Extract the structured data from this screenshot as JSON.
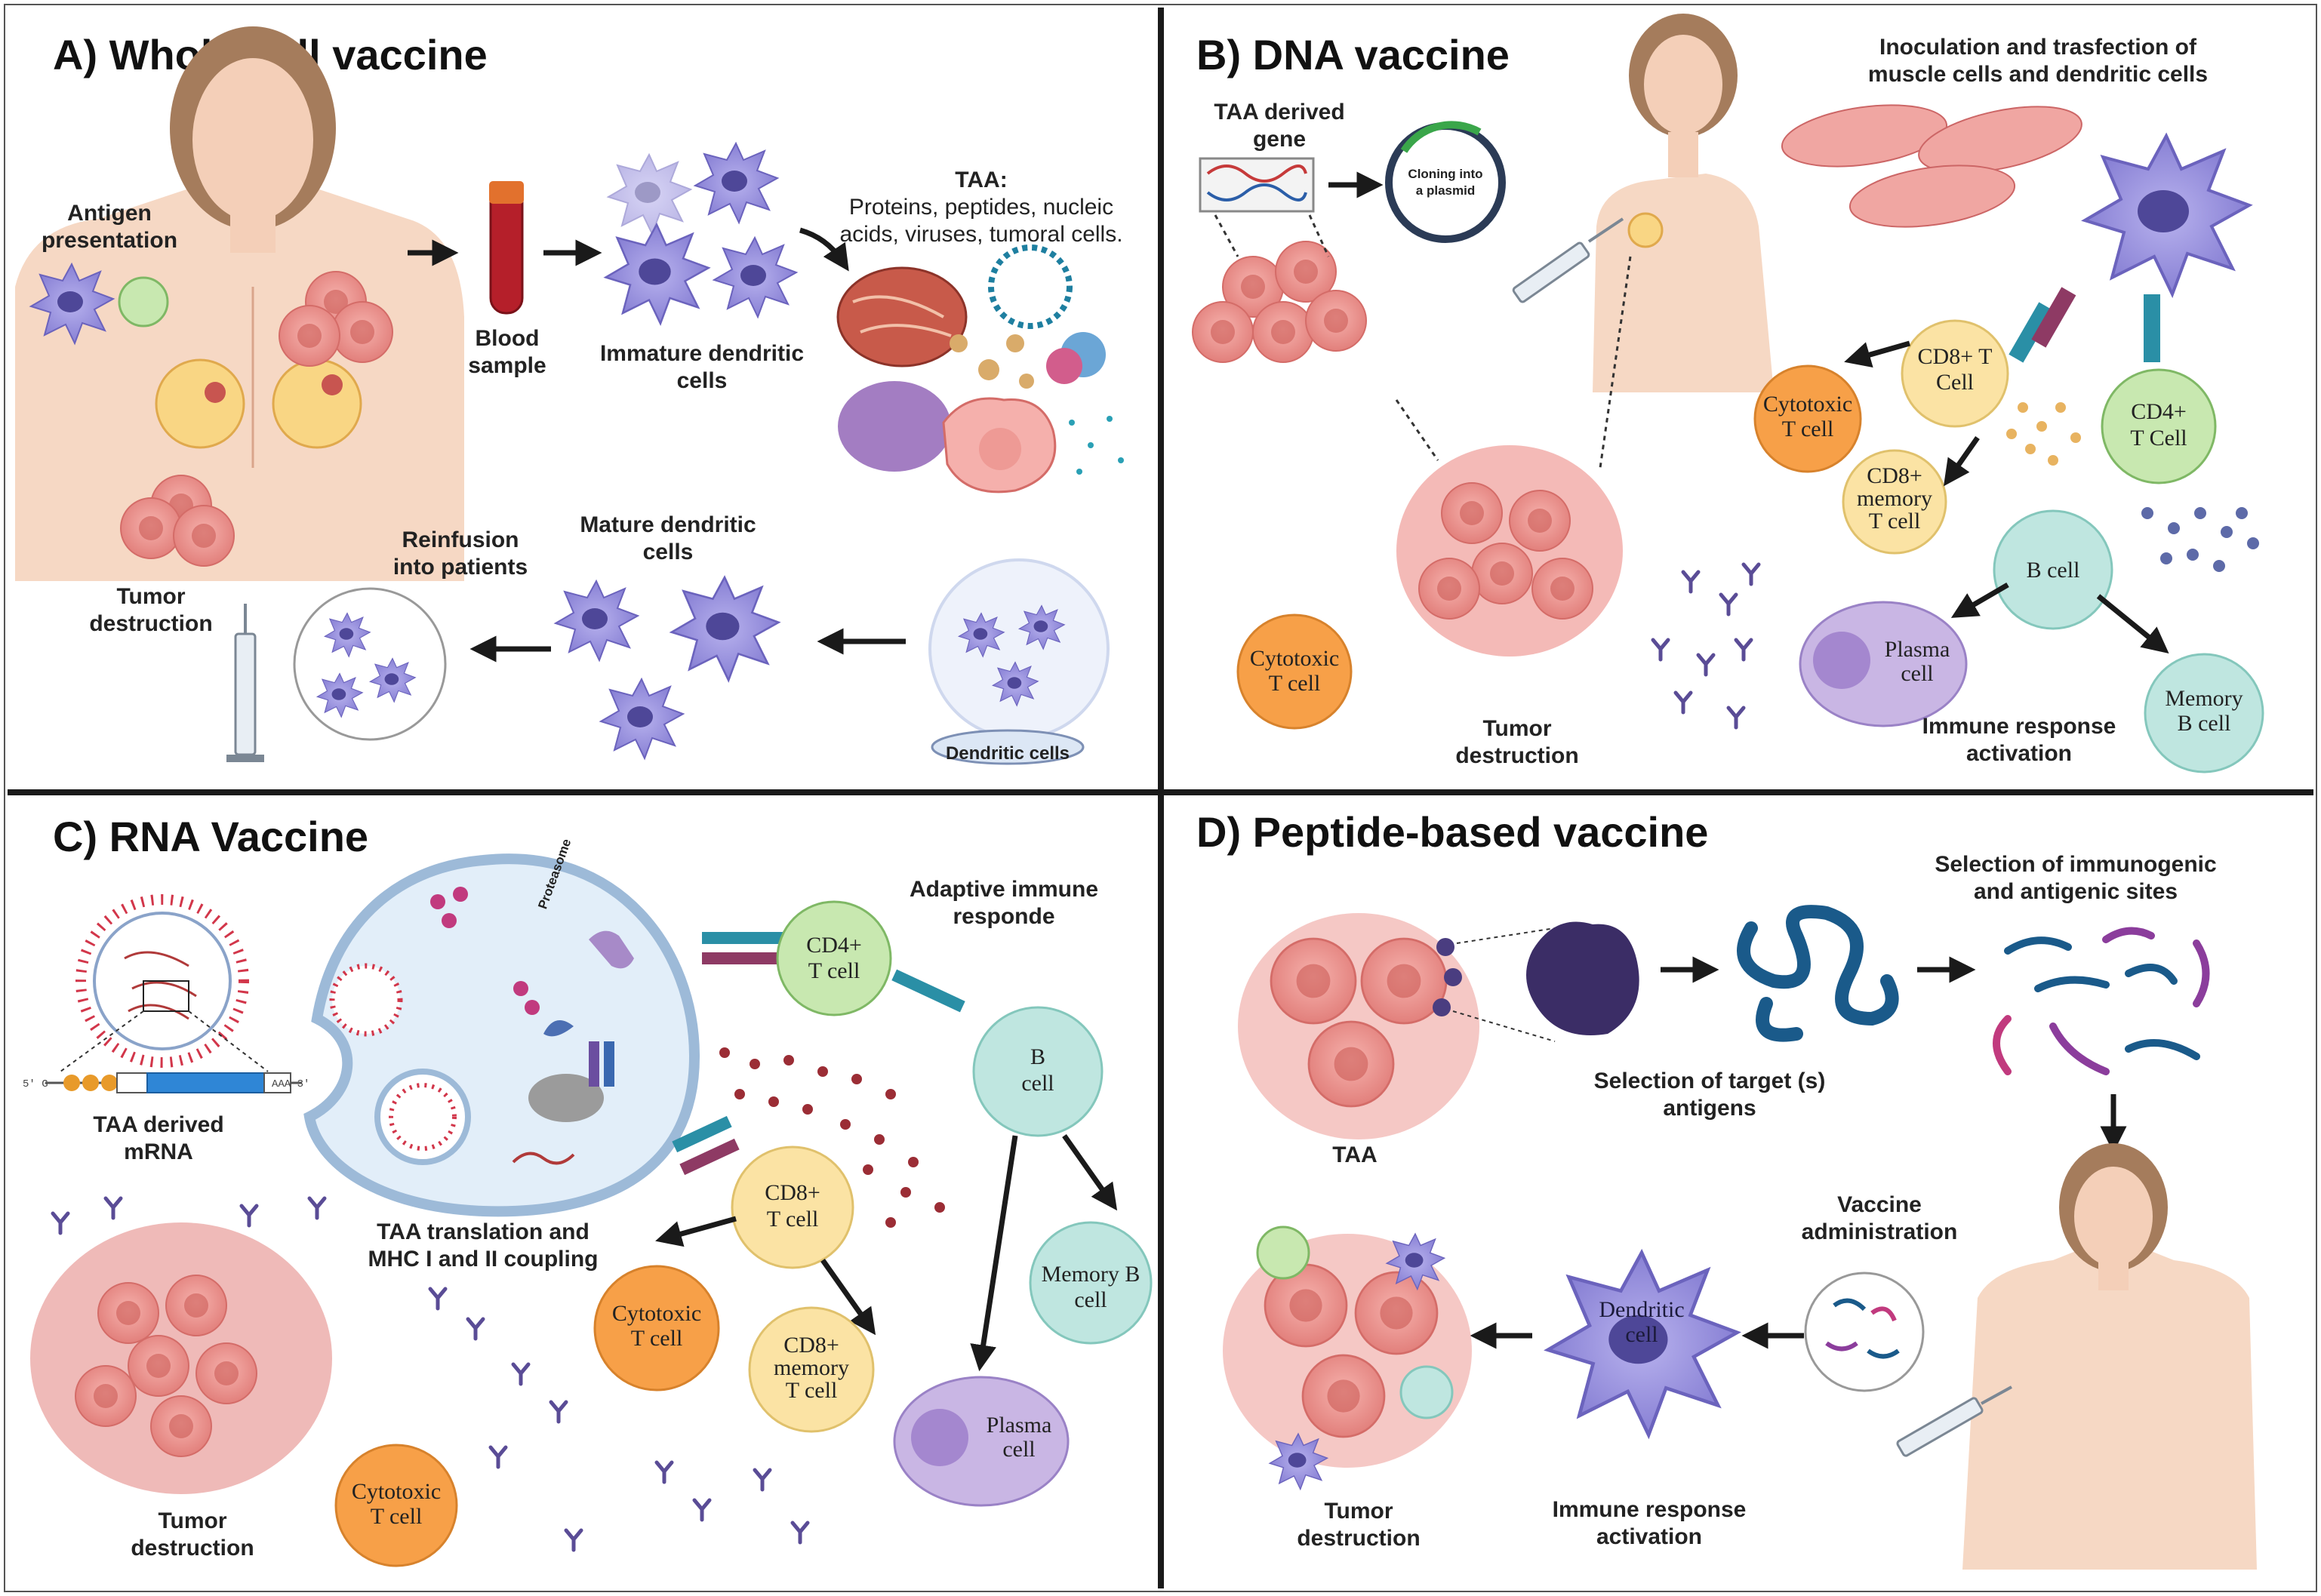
{
  "panels": {
    "A": {
      "title": "A) Whole-cell vaccine",
      "antigen_presentation": [
        "Antigen",
        "presentation"
      ],
      "blood_sample": [
        "Blood",
        "sample"
      ],
      "immature_dc": [
        "Immature dendritic",
        "cells"
      ],
      "taa_title": "TAA:",
      "taa_desc": [
        "Proteins, peptides, nucleic",
        "acids, viruses, tumoral cells."
      ],
      "tumor_destruction": [
        "Tumor",
        "destruction"
      ],
      "reinfusion": [
        "Reinfusion",
        "into patients"
      ],
      "mature_dc": [
        "Mature dendritic",
        "cells"
      ],
      "dendritic_cells": "Dendritic cells"
    },
    "B": {
      "title": "B) DNA vaccine",
      "taa_gene": [
        "TAA derived",
        "gene"
      ],
      "cloning": [
        "Cloning into",
        "a plasmid"
      ],
      "inoculation": [
        "Inoculation and trasfection of",
        "muscle cells and dendritic cells"
      ],
      "cd8_t": [
        "CD8+ T",
        "Cell"
      ],
      "cytotoxic_1": [
        "Cytotoxic",
        "T cell"
      ],
      "cd4_t": [
        "CD4+",
        "T Cell"
      ],
      "cd8_memory": [
        "CD8+",
        "memory",
        "T cell"
      ],
      "b_cell": "B cell",
      "plasma": [
        "Plasma",
        "cell"
      ],
      "memory_b": [
        "Memory",
        "B cell"
      ],
      "cytotoxic_2": [
        "Cytotoxic",
        "T cell"
      ],
      "tumor_destruction": [
        "Tumor",
        "destruction"
      ],
      "immune_activation": [
        "Immune response",
        "activation"
      ]
    },
    "C": {
      "title": "C) RNA Vaccine",
      "mrna_5": "5' G",
      "mrna_3": "AAA 3'",
      "mrna_label": [
        "TAA derived",
        "mRNA"
      ],
      "proteasome": "Proteasome",
      "adaptive": [
        "Adaptive immune",
        "responde"
      ],
      "cd4_t": [
        "CD4+",
        "T cell"
      ],
      "b_cell": [
        "B",
        "cell"
      ],
      "cd8_t": [
        "CD8+",
        "T cell"
      ],
      "translation": [
        "TAA translation and",
        "MHC I and II coupling"
      ],
      "cytotoxic_1": [
        "Cytotoxic",
        "T cell"
      ],
      "cd8_memory": [
        "CD8+",
        "memory",
        "T cell"
      ],
      "memory_b": [
        "Memory B",
        "cell"
      ],
      "plasma": [
        "Plasma",
        "cell"
      ],
      "cytotoxic_2": [
        "Cytotoxic",
        "T cell"
      ],
      "tumor_destruction": [
        "Tumor",
        "destruction"
      ]
    },
    "D": {
      "title": "D) Peptide-based vaccine",
      "selection_sites": [
        "Selection of immunogenic",
        "and antigenic sites"
      ],
      "taa": "TAA",
      "selection_target": [
        "Selection of target (s)",
        "antigens"
      ],
      "vaccine_admin": [
        "Vaccine",
        "administration"
      ],
      "dendritic": [
        "Dendritic",
        "cell"
      ],
      "tumor_destruction": [
        "Tumor",
        "destruction"
      ],
      "immune_activation": [
        "Immune response",
        "activation"
      ]
    }
  },
  "colors": {
    "divider": "#1a1a1a",
    "tumor": "#e8837f",
    "tumor_dark": "#c2524f",
    "dendritic": "#8e86d6",
    "t_cd8": "#fbe3a4",
    "t_cytotoxic": "#f7a048",
    "t_cd4": "#c8e8b0",
    "b_cell": "#bfe6e0",
    "plasma": "#c9b6e4",
    "skin": "#f6d8c4",
    "hair": "#a57c5c",
    "mrna_bar": "#2f86d6",
    "lipid": "#d2364a",
    "peptide_blue": "#1a5a8a",
    "peptide_purple": "#8b3d9c",
    "peptide_pink": "#c13a7e"
  }
}
